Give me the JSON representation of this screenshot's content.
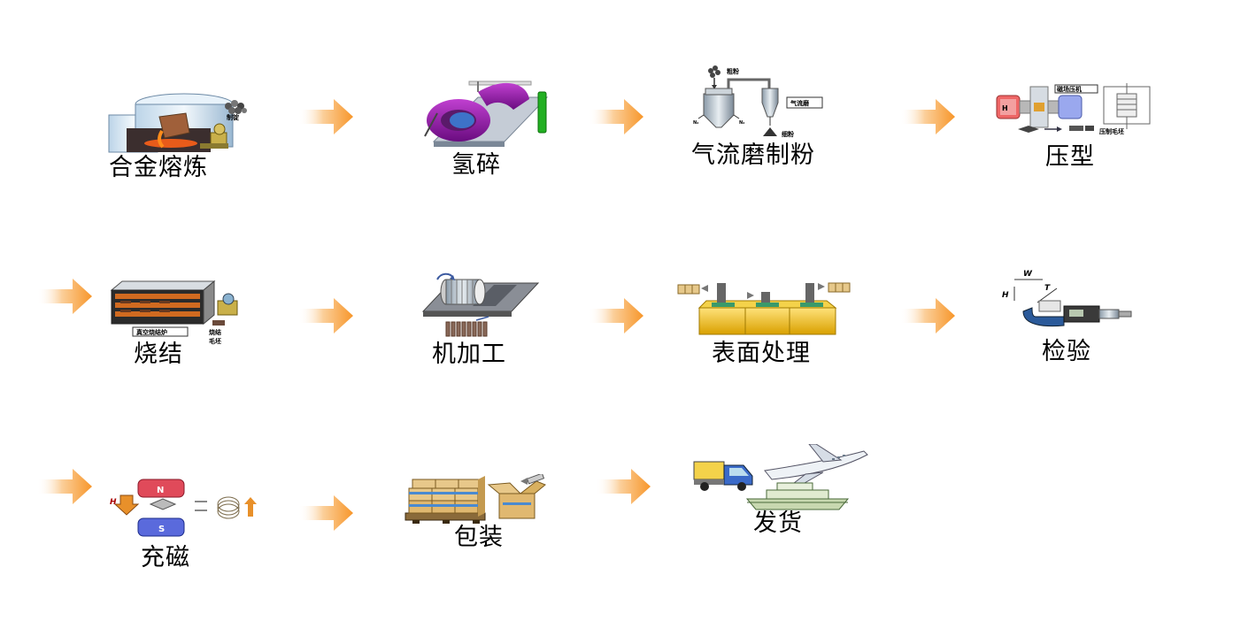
{
  "steps": [
    {
      "label": "合金熔炼",
      "icon": "alloy-melting-furnace",
      "sublabels": [
        "制锭"
      ]
    },
    {
      "label": "氢碎",
      "icon": "hydrogen-decrepitation-furnace"
    },
    {
      "label": "气流磨制粉",
      "icon": "jet-mill",
      "sublabels": [
        "粗粉",
        "气流磨",
        "细粉"
      ]
    },
    {
      "label": "压型",
      "icon": "press",
      "sublabels": [
        "磁场压机",
        "压制毛坯"
      ]
    },
    {
      "label": "烧结",
      "icon": "vacuum-sintering-furnace",
      "sublabels": [
        "真空烧结炉",
        "烧结",
        "毛坯"
      ]
    },
    {
      "label": "机加工",
      "icon": "machining-saw"
    },
    {
      "label": "表面处理",
      "icon": "surface-treatment-line"
    },
    {
      "label": "检验",
      "icon": "micrometer-gauge",
      "sublabels": [
        "W",
        "T",
        "H"
      ]
    },
    {
      "label": "充磁",
      "icon": "magnetizer",
      "sublabels": [
        "N",
        "S",
        "H"
      ]
    },
    {
      "label": "包装",
      "icon": "packaging-boxes"
    },
    {
      "label": "发货",
      "icon": "shipping-truck-plane-ship"
    }
  ],
  "colors": {
    "arrow": "#f7962a",
    "arrow_light": "#fde6cc"
  }
}
